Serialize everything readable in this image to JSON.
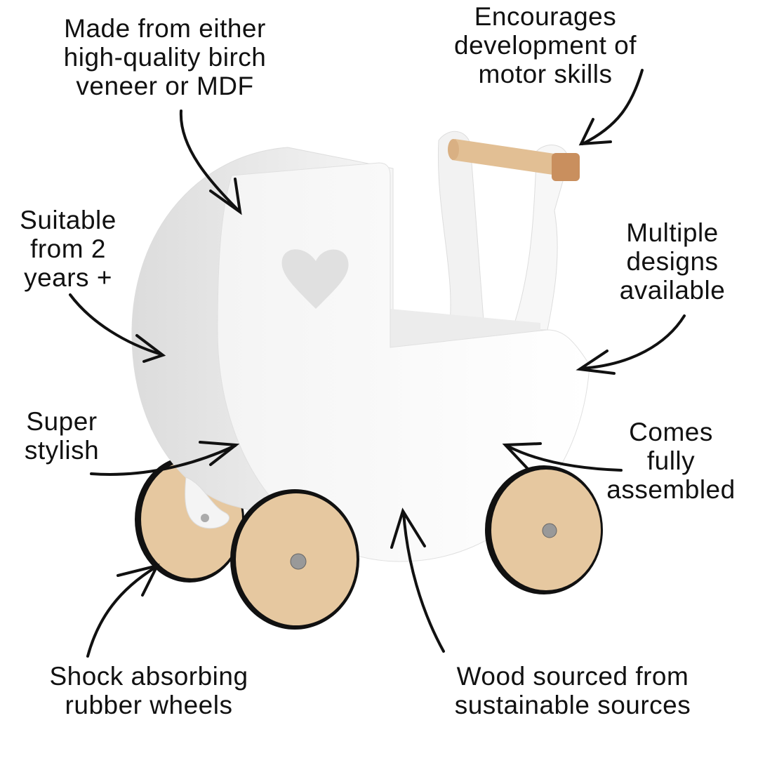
{
  "colors": {
    "text": "#111111",
    "wood": "#e6c8a0",
    "body": "#ffffff",
    "shadow": "#e4e4e4",
    "rubber": "#111111"
  },
  "features": [
    {
      "id": "material",
      "lines": [
        "Made from either",
        "high-quality birch",
        "veneer or MDF"
      ]
    },
    {
      "id": "motor",
      "lines": [
        "Encourages",
        "development of",
        "motor skills"
      ]
    },
    {
      "id": "age",
      "lines": [
        "Suitable",
        "from 2",
        "years +"
      ]
    },
    {
      "id": "designs",
      "lines": [
        "Multiple",
        "designs",
        "available"
      ]
    },
    {
      "id": "stylish",
      "lines": [
        "Super",
        "stylish"
      ]
    },
    {
      "id": "assembled",
      "lines": [
        "Comes",
        "fully",
        "assembled"
      ]
    },
    {
      "id": "wheels",
      "lines": [
        "Shock absorbing",
        "rubber wheels"
      ]
    },
    {
      "id": "wood",
      "lines": [
        "Wood sourced from",
        "sustainable sources"
      ]
    }
  ]
}
